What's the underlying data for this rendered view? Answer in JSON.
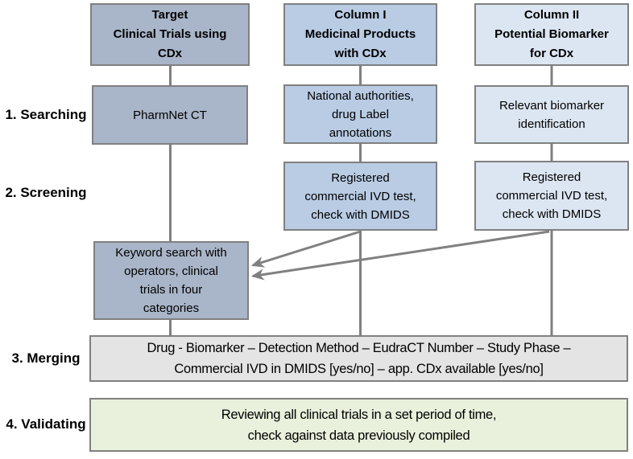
{
  "diagram": {
    "steps": [
      {
        "label": "1. Searching"
      },
      {
        "label": "2. Screening"
      },
      {
        "label": "3. Merging"
      },
      {
        "label": "4. Validating"
      }
    ],
    "columns": [
      {
        "header": "Target\nClinical Trials using\nCDx",
        "searching": "PharmNet CT"
      },
      {
        "header": "Column I\nMedicinal Products\nwith CDx",
        "searching": "National authorities,\ndrug Label\nannotations",
        "screening": "Registered\ncommercial IVD test,\ncheck with DMIDS"
      },
      {
        "header": "Column II\nPotential Biomarker\nfor CDx",
        "searching": "Relevant biomarker\nidentification",
        "screening": "Registered\ncommercial IVD test,\ncheck with DMIDS"
      }
    ],
    "keyword_box": "Keyword search with\noperators, clinical\ntrials in four\ncategories",
    "merging_box": "Drug - Biomarker – Detection Method – EudraCT Number – Study Phase –\nCommercial IVD in DMIDS [yes/no] – app. CDx available [yes/no]",
    "validating_box": "Reviewing all clinical trials in a set period of time,\ncheck against data previously compiled",
    "colors": {
      "blue_gray_fill": "#a9b5c8",
      "light_blue_fill": "#b9cce4",
      "pale_blue_fill": "#dce6f2",
      "gray_fill": "#e4e4e4",
      "green_fill": "#e9f1dd",
      "border_and_lines": "#808080"
    }
  }
}
